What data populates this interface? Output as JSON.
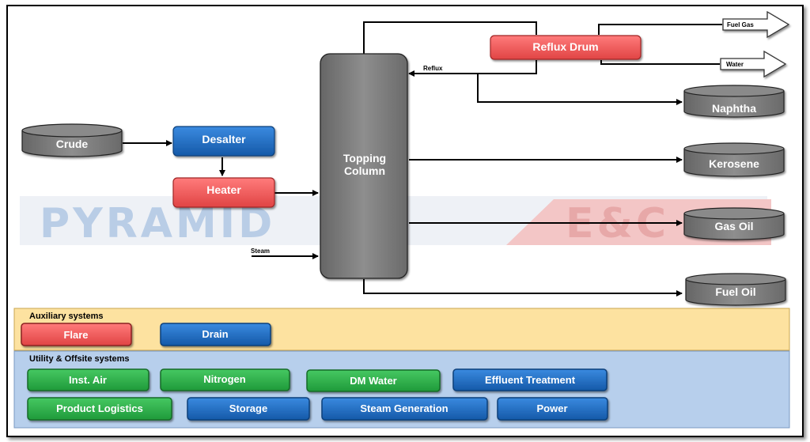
{
  "watermark": {
    "left": "PYRAMID",
    "right": "E&C"
  },
  "colors": {
    "gray_node": "#7f7f7f",
    "blue_node": "#1e6fc6",
    "red_node": "#f05a5a",
    "green_node": "#2eb34a",
    "auxiliary_bg": "#fde2a0",
    "utility_bg": "#b7cfec"
  },
  "process": {
    "crude": "Crude",
    "desalter": "Desalter",
    "heater": "Heater",
    "column_line1": "Topping",
    "column_line2": "Column",
    "reflux_drum": "Reflux Drum",
    "reflux_label": "Reflux",
    "steam_label": "Steam",
    "fuel_gas": "Fuel Gas",
    "water": "Water",
    "naphtha": "Naphtha",
    "kerosene": "Kerosene",
    "gas_oil": "Gas Oil",
    "fuel_oil": "Fuel Oil"
  },
  "auxiliary": {
    "title": "Auxiliary systems",
    "items": [
      "Flare",
      "Drain"
    ]
  },
  "utility": {
    "title": "Utility & Offsite systems",
    "row1": [
      "Inst. Air",
      "Nitrogen",
      "DM Water",
      "Effluent Treatment"
    ],
    "row2": [
      "Product Logistics",
      "Storage",
      "Steam Generation",
      "Power"
    ]
  }
}
